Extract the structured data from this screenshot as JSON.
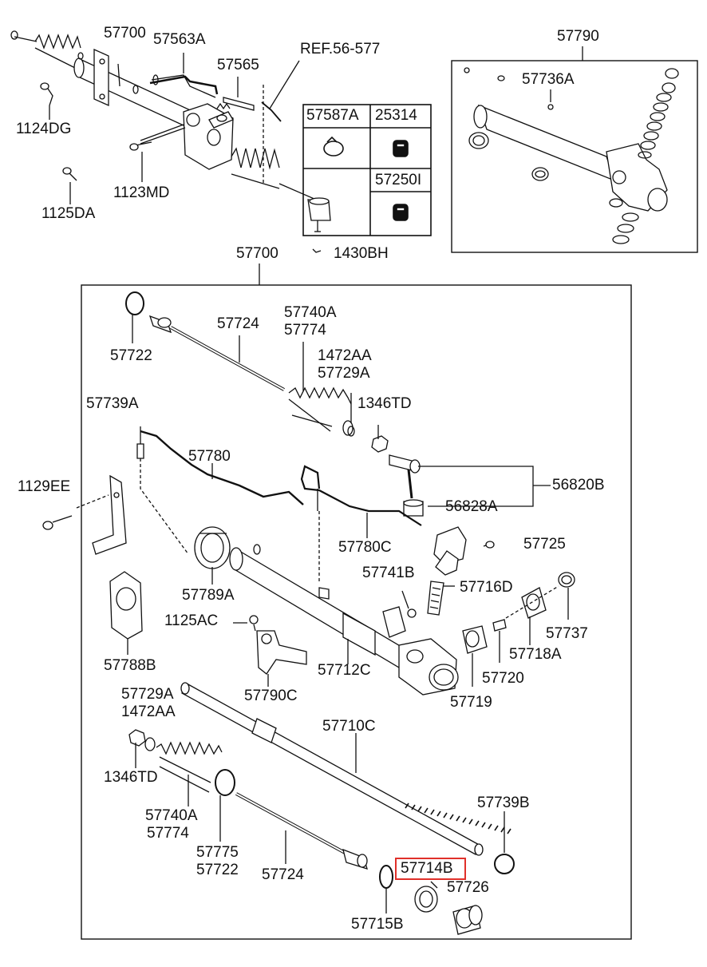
{
  "top_assembly": {
    "labels": {
      "l57700": "57700",
      "l57563A": "57563A",
      "lref": "REF.56-577",
      "l57565": "57565",
      "l1124DG": "1124DG",
      "l1123MD": "1123MD",
      "l1125DA": "1125DA",
      "l1430BH": "1430BH"
    }
  },
  "parts_table": {
    "cells": {
      "c57587A": "57587A",
      "c25314": "25314",
      "c57250I": "57250I"
    }
  },
  "detail_box_57790": {
    "labels": {
      "l57790": "57790",
      "l57736A": "57736A"
    }
  },
  "main_box": {
    "title": "57700",
    "labels": {
      "l57722a": "57722",
      "l57724a": "57724",
      "l57740Aa": "57740A",
      "l57774a": "57774",
      "l1472AAa": "1472AA",
      "l57729Aa": "57729A",
      "l1346TDa": "1346TD",
      "l57739A": "57739A",
      "l57780": "57780",
      "l1129EE": "1129EE",
      "l56820B": "56820B",
      "l56828A": "56828A",
      "l57780C": "57780C",
      "l57725": "57725",
      "l57789A": "57789A",
      "l57741B": "57741B",
      "l57716D": "57716D",
      "l1125AC": "1125AC",
      "l57737": "57737",
      "l57718A": "57718A",
      "l57788B": "57788B",
      "l57712C": "57712C",
      "l57720": "57720",
      "l57790C": "57790C",
      "l57719": "57719",
      "l57729Ab": "57729A",
      "l1472AAb": "1472AA",
      "l57710C": "57710C",
      "l1346TDb": "1346TD",
      "l57739B": "57739B",
      "l57740Ab": "57740A",
      "l57774b": "57774",
      "l57775": "57775",
      "l57722b": "57722",
      "l57724b": "57724",
      "l57714B": "57714B",
      "l57726": "57726",
      "l57715B": "57715B"
    }
  },
  "highlight": {
    "part": "57714B",
    "color": "#e0302a"
  }
}
